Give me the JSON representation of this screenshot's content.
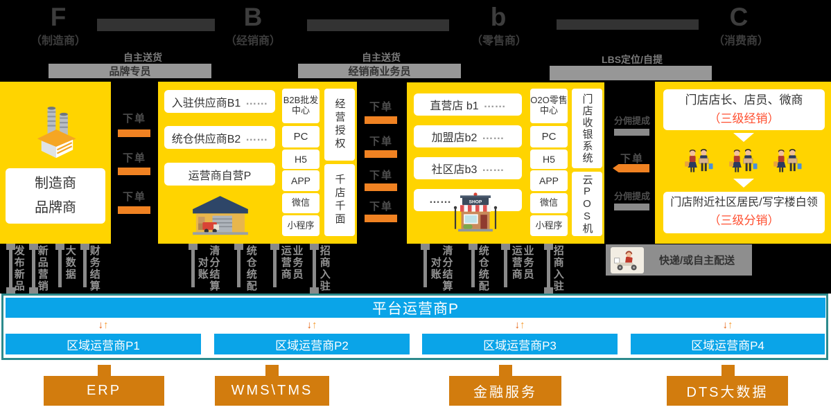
{
  "header": {
    "tiers": [
      {
        "letter": "F",
        "sub": "（制造商）"
      },
      {
        "letter": "B",
        "sub": "（经销商）"
      },
      {
        "letter": "b",
        "sub": "（零售商）"
      },
      {
        "letter": "C",
        "sub": "（消费商）"
      }
    ],
    "flow_notes": {
      "fb": "自主送货",
      "bb": "自主送货",
      "bc": "LBS定位/自提"
    },
    "agent_bars": {
      "fb": "品牌专员",
      "bb": "经销商业务员"
    }
  },
  "labels": {
    "order": "下单",
    "commission": "分佣提成",
    "dots": "……"
  },
  "manufacturer": {
    "lines": [
      "制造商",
      "品牌商"
    ]
  },
  "distributor": {
    "suppliers": [
      "入驻供应商B1",
      "统仓供应商B2",
      "运营商自营P"
    ],
    "channels": [
      "B2B批发中心",
      "PC",
      "H5",
      "APP",
      "微信",
      "小程序"
    ],
    "rights": [
      "经营授权",
      "千店千面"
    ]
  },
  "retailer": {
    "stores": [
      "直营店 b1",
      "加盟店b2",
      "社区店b3"
    ],
    "channels": [
      "O2O零售中心",
      "PC",
      "H5",
      "APP",
      "微信",
      "小程序"
    ],
    "systems": [
      "门店收银系统",
      "云POS机"
    ]
  },
  "consumer": {
    "tier3_sellers": {
      "line1": "门店店长、店员、微商",
      "line2": "（三级经销）"
    },
    "tier3_buyers": {
      "line1": "门店附近社区居民/写字楼白领",
      "line2": "（三级分销）"
    }
  },
  "service_pins": {
    "manufacturer": [
      [
        "发布新品"
      ],
      [
        "新品营销"
      ],
      [
        "大数据"
      ],
      [
        "财务结算"
      ]
    ],
    "distributor": [
      [
        "对账",
        "清分结算"
      ],
      [
        "统仓统配"
      ],
      [
        "运营商",
        "业务员"
      ],
      [
        "招商入驻"
      ]
    ],
    "retailer": [
      [
        "对账",
        "清分结算"
      ],
      [
        "统仓统配"
      ],
      [
        "运营商",
        "业务员"
      ],
      [
        "招商入驻"
      ]
    ]
  },
  "delivery_bar": {
    "label": "快递/或自主配送"
  },
  "platform": {
    "main": "平台运营商P",
    "regions": [
      "区域运营商P1",
      "区域运营商P2",
      "区域运营商P3",
      "区域运营商P4"
    ]
  },
  "systems": [
    "ERP",
    "WMS\\TMS",
    "金融服务",
    "DTS大数据"
  ],
  "colors": {
    "yellow": "#ffd400",
    "orange_bar": "#f08222",
    "blue": "#0aa4e8",
    "teal_border": "#2c8a8d",
    "amber_box": "#d27c0e",
    "red_text": "#ff4f30",
    "black_bg": "#000000",
    "gray_bar": "#979797"
  }
}
